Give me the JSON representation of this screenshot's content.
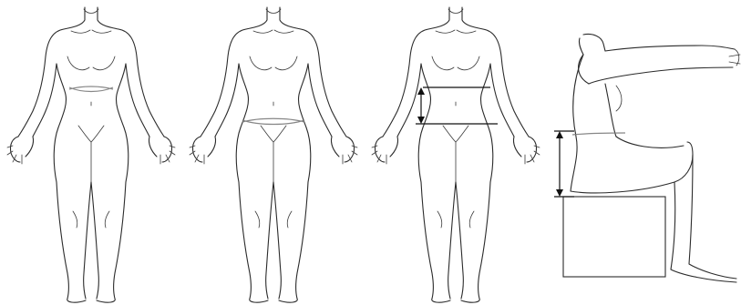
{
  "figures": [
    {
      "name": "front-figure-waist-measurement",
      "pose": "standing-front",
      "marker": "waist-band"
    },
    {
      "name": "front-figure-hip-measurement",
      "pose": "standing-front",
      "marker": "hip-band"
    },
    {
      "name": "front-figure-waist-to-hip-depth",
      "pose": "standing-front",
      "marker": "vertical-arrow-between-lines"
    },
    {
      "name": "side-figure-seated-height",
      "pose": "seated-side",
      "marker": "vertical-arrow-seat-to-waist"
    }
  ],
  "colors": {
    "line": "#2b2b2b",
    "measurement": "#111111",
    "band": "#7a7a7a",
    "background": "#ffffff"
  }
}
